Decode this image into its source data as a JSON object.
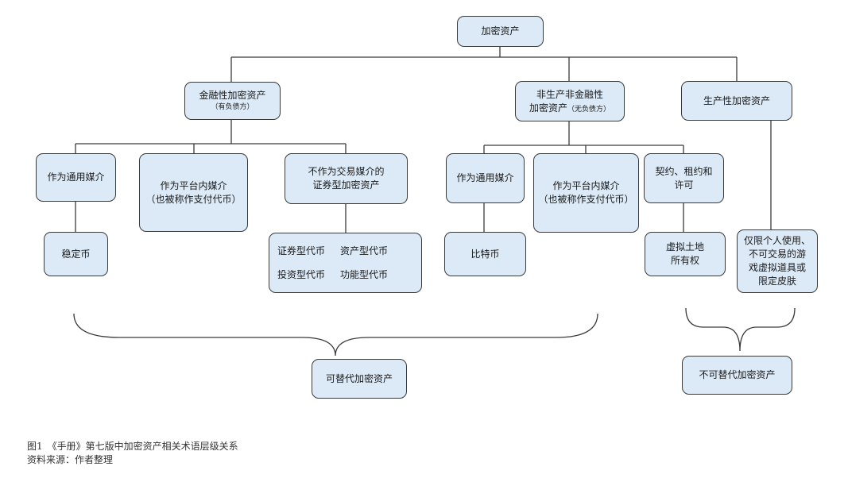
{
  "root": "加密资产",
  "financial": {
    "title": "金融性加密资产",
    "note": "（有负债方）"
  },
  "nonproductive": {
    "line1": "非生产非金融性",
    "line2": "加密资产",
    "note": "（无负债方）"
  },
  "productive": "生产性加密资产",
  "f_medium": "作为通用媒介",
  "f_platform": {
    "line1": "作为平台内媒介",
    "line2": "（也被称作支付代币）"
  },
  "f_securities": {
    "line1": "不作为交易媒介的",
    "line2": "证券型加密资产"
  },
  "stablecoin": "稳定币",
  "token_types": [
    "证券型代币",
    "资产型代币",
    "投资型代币",
    "功能型代币"
  ],
  "n_medium": "作为通用媒介",
  "n_platform": {
    "line1": "作为平台内媒介",
    "line2": "（也被称作支付代币）"
  },
  "n_contracts": {
    "line1": "契约、租约和",
    "line2": "许可"
  },
  "bitcoin": "比特币",
  "land": {
    "line1": "虚拟土地",
    "line2": "所有权"
  },
  "game_items": {
    "line1": "仅限个人使用、",
    "line2": "不可交易的游",
    "line3": "戏虚拟道具或",
    "line4": "限定皮肤"
  },
  "fungible": "可替代加密资产",
  "nonfungible": "不可替代加密资产",
  "caption": "图1　《手册》第七版中加密资产相关术语层级关系",
  "source": "资料来源：作者整理"
}
